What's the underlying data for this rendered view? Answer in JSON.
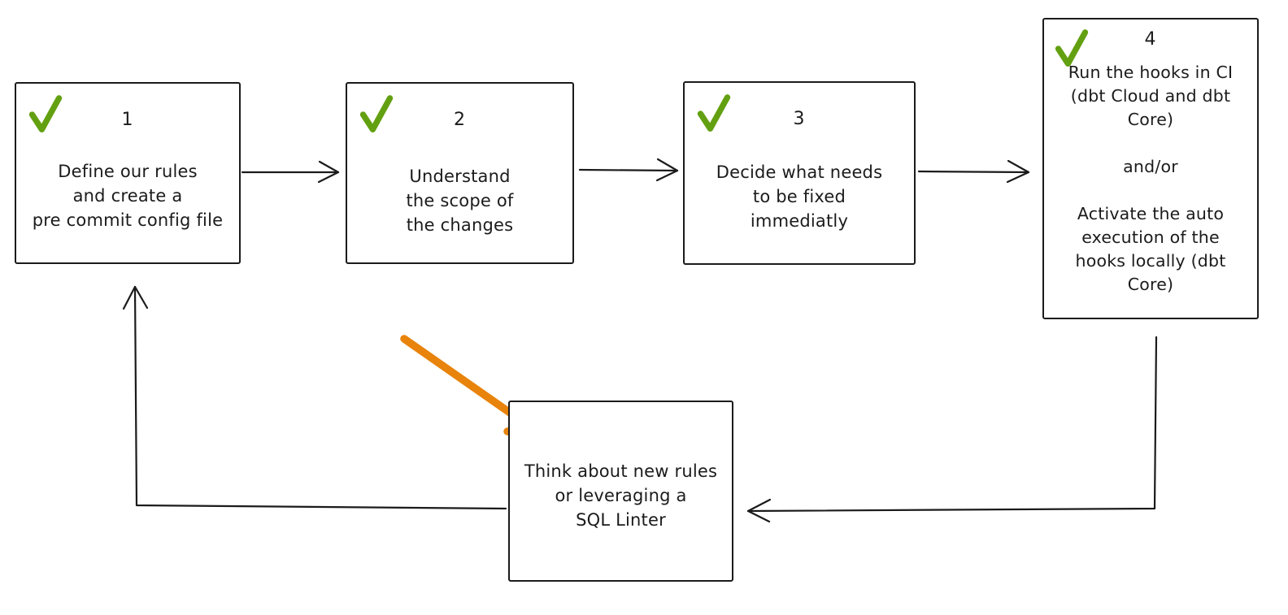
{
  "diagram": {
    "background": "#ffffff",
    "stroke_color": "#1b1b1b",
    "check_color": "#63a011",
    "highlight_color": "#e8830b",
    "steps": [
      {
        "number": "1",
        "checked": true,
        "text": "Define our rules\nand create a\npre commit config file"
      },
      {
        "number": "2",
        "checked": true,
        "text": "Understand\nthe scope of\nthe changes"
      },
      {
        "number": "3",
        "checked": true,
        "text": "Decide what needs\nto be fixed\nimmediatly"
      },
      {
        "number": "4",
        "checked": true,
        "text": "Run the hooks in CI\n(dbt Cloud and dbt\nCore)\n\nand/or\n\nActivate the auto\nexecution of the\nhooks locally (dbt\nCore)"
      }
    ],
    "feedback": {
      "text": "Think about new rules\nor leveraging a\nSQL Linter"
    },
    "connectors": [
      {
        "from": "step-1",
        "to": "step-2",
        "style": "open-arrow"
      },
      {
        "from": "step-2",
        "to": "step-3",
        "style": "open-arrow"
      },
      {
        "from": "step-3",
        "to": "step-4",
        "style": "open-arrow"
      },
      {
        "from": "step-4",
        "to": "feedback-box",
        "style": "open-arrow"
      },
      {
        "from": "feedback-box",
        "to": "step-1",
        "style": "open-arrow"
      },
      {
        "from": "annotation",
        "to": "feedback-box",
        "style": "thick-arrow",
        "color": "#e8830b"
      }
    ],
    "icons": {
      "check": "✓",
      "arrow": "→"
    }
  }
}
